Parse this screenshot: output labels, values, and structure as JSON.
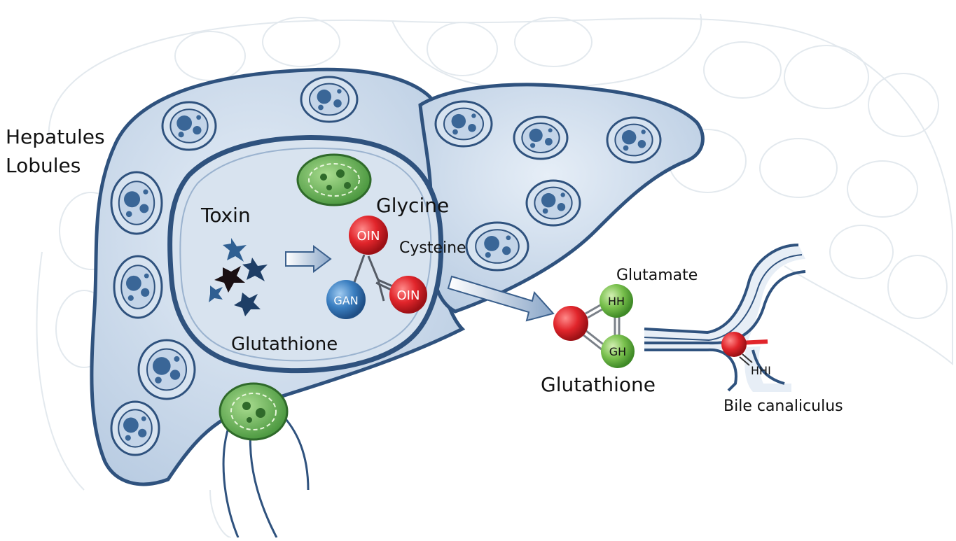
{
  "labels": {
    "hepatules": "Hepatules",
    "lobules": "Lobules",
    "toxin": "Toxin",
    "glycine": "Glycine",
    "cysteine": "Cysteine",
    "glutathione_inner": "Glutathione",
    "glutamate": "Glutamate",
    "glutathione_outer": "Glutathione",
    "bile_canaliculus": "Bile canaliculus"
  },
  "molecule_inner": {
    "atom_top": "OIN",
    "atom_right": "OIN",
    "atom_left": "GAN"
  },
  "molecule_outer": {
    "atom_top": "HH",
    "atom_bottom": "GH"
  },
  "bile_atom": "HHI",
  "colors": {
    "cell_fill": "#cfdceb",
    "cell_stroke": "#2f527e",
    "nucleus": "#3a6697",
    "red_atom": "#e1252b",
    "green_atom": "#79c04d",
    "blue_atom": "#3b7fc1",
    "green_organelle": "#5cb04a"
  }
}
